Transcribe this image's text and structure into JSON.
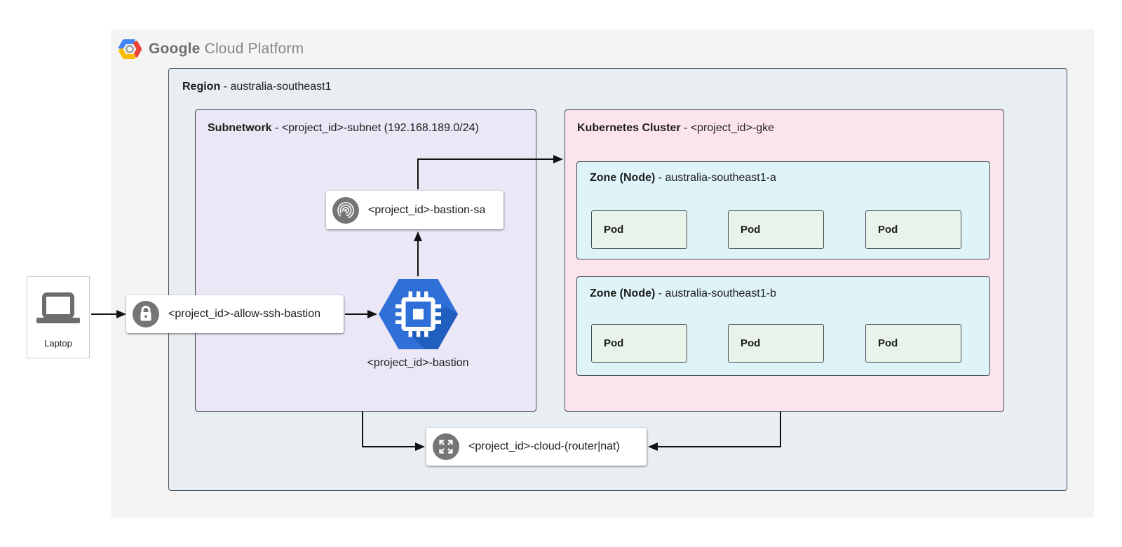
{
  "header": {
    "google": "Google",
    "cloud_platform": "Cloud Platform"
  },
  "laptop": {
    "label": "Laptop"
  },
  "region": {
    "title": "Region",
    "name": " - australia-southeast1"
  },
  "subnetwork": {
    "title": "Subnetwork",
    "name": " - <project_id>-subnet (192.168.189.0/24)"
  },
  "firewall": {
    "label": "<project_id>-allow-ssh-bastion"
  },
  "service_account": {
    "label": "<project_id>-bastion-sa"
  },
  "bastion": {
    "label": "<project_id>-bastion"
  },
  "router": {
    "label": "<project_id>-cloud-(router|nat)"
  },
  "cluster": {
    "title": "Kubernetes Cluster",
    "name": " - <project_id>-gke",
    "zones": [
      {
        "title": "Zone (Node)",
        "name": " - australia-southeast1-a",
        "pods": [
          "Pod",
          "Pod",
          "Pod"
        ]
      },
      {
        "title": "Zone (Node)",
        "name": " - australia-southeast1-b",
        "pods": [
          "Pod",
          "Pod",
          "Pod"
        ]
      }
    ]
  },
  "icons": {
    "gcp_logo": "gcp-hexagon-logo",
    "firewall": "lock-icon",
    "service_account": "fingerprint-icon",
    "router": "expand-arrows-icon",
    "bastion": "compute-engine-chip-icon",
    "laptop": "laptop-icon"
  },
  "colors": {
    "panel-bg": "#f4f4f4",
    "region-bg": "#e9eef2",
    "subnet-bg": "#ece7f6",
    "cluster-bg": "#fce4ec",
    "zone-bg": "#dff4f8",
    "pod-bg": "#e8f3e9",
    "box-border": "#454d54",
    "card-bg": "#ffffff",
    "icon-gray": "#757575",
    "hex-blue": "#2e70d8",
    "hex-shadow": "#1e59b5",
    "arrow": "#111111",
    "text": "#1d1d1d",
    "logo-blue": "#4285f4",
    "logo-red": "#ea4335",
    "logo-yellow": "#fbbc05"
  }
}
